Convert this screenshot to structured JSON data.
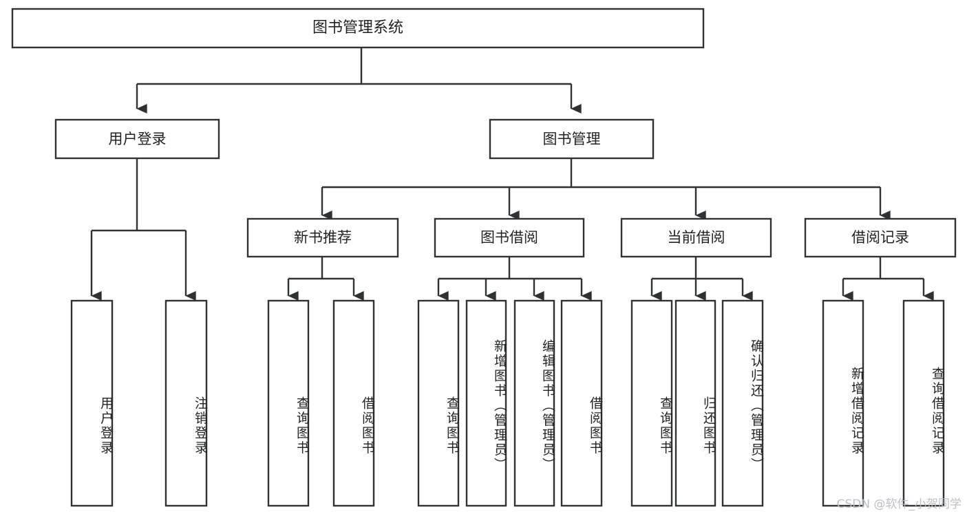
{
  "diagram": {
    "title": "图书管理系统",
    "watermark": "CSDN @软件_小贺同学",
    "colors": {
      "stroke": "#2f3234",
      "fill": "#ffffff",
      "text": "#1f2123",
      "watermark": "#b9bdc2",
      "background": "#ffffff"
    },
    "root": {
      "label": "图书管理系统"
    },
    "level1": [
      {
        "label": "用户登录"
      },
      {
        "label": "图书管理"
      }
    ],
    "level2": [
      {
        "label": "新书推荐"
      },
      {
        "label": "图书借阅"
      },
      {
        "label": "当前借阅"
      },
      {
        "label": "借阅记录"
      }
    ],
    "leaves": {
      "user_login": [
        {
          "label": "用户登录"
        },
        {
          "label": "注销登录"
        }
      ],
      "new_book": [
        {
          "label": "查询图书"
        },
        {
          "label": "借阅图书"
        }
      ],
      "borrow": [
        {
          "label": "查询图书"
        },
        {
          "label": "新增图书（管理员）"
        },
        {
          "label": "编辑图书（管理员）"
        },
        {
          "label": "借阅图书"
        }
      ],
      "current": [
        {
          "label": "查询图书"
        },
        {
          "label": "归还图书"
        },
        {
          "label": "确认归还（管理员）"
        }
      ],
      "records": [
        {
          "label": "新增借阅记录"
        },
        {
          "label": "查询借阅记录"
        }
      ]
    }
  }
}
